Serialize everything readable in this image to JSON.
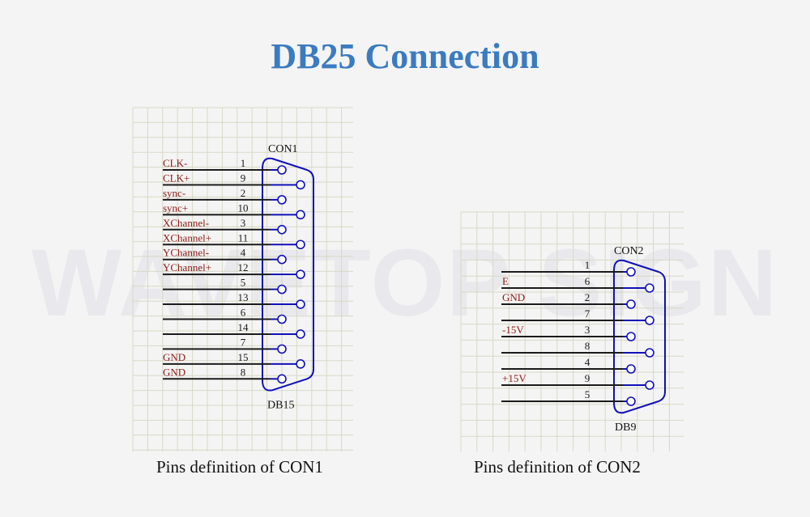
{
  "title": "DB25 Connection",
  "watermark": "WAVETOP SIGN",
  "con1": {
    "header": "CON1",
    "footer": "DB15",
    "caption": "Pins definition of CON1",
    "rows": [
      {
        "label": "CLK-",
        "pin": "1"
      },
      {
        "label": "CLK+",
        "pin": "9"
      },
      {
        "label": "sync-",
        "pin": "2"
      },
      {
        "label": "sync+",
        "pin": "10"
      },
      {
        "label": "XChannel-",
        "pin": "3"
      },
      {
        "label": "XChannel+",
        "pin": "11"
      },
      {
        "label": "YChannel-",
        "pin": "4"
      },
      {
        "label": "YChannel+",
        "pin": "12"
      },
      {
        "label": "",
        "pin": "5"
      },
      {
        "label": "",
        "pin": "13"
      },
      {
        "label": "",
        "pin": "6"
      },
      {
        "label": "",
        "pin": "14"
      },
      {
        "label": "",
        "pin": "7"
      },
      {
        "label": "GND",
        "pin": "15"
      },
      {
        "label": "GND",
        "pin": "8"
      }
    ]
  },
  "con2": {
    "header": "CON2",
    "footer": "DB9",
    "caption": "Pins definition of CON2",
    "rows": [
      {
        "label": "",
        "pin": "1"
      },
      {
        "label": "E",
        "pin": "6"
      },
      {
        "label": "GND",
        "pin": "2"
      },
      {
        "label": "",
        "pin": "7"
      },
      {
        "label": "-15V",
        "pin": "3"
      },
      {
        "label": "",
        "pin": "8"
      },
      {
        "label": "",
        "pin": "4"
      },
      {
        "label": "+15V",
        "pin": "9"
      },
      {
        "label": "",
        "pin": "5"
      }
    ]
  },
  "colors": {
    "title": "#3b7bbf",
    "signal_label": "#8a1a14",
    "connector": "#1010b8",
    "grid": "#d8d8c6"
  }
}
